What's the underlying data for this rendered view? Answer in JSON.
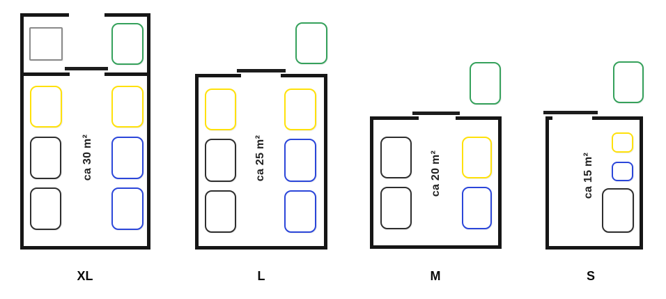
{
  "palette": {
    "yellow": "#ffe10a",
    "blue": "#2b46d9",
    "green": "#35a15b",
    "black_box": "#2e2e2e",
    "gray_box": "#8a8a8a",
    "wall": "#161616",
    "text": "#222222"
  },
  "units": [
    {
      "id": "xl",
      "label": "XL",
      "area_label": "ca 30 m²",
      "boxes": {
        "green": 1,
        "gray": 1,
        "yellow": 2,
        "black": 2,
        "blue": 2
      },
      "has_vestibule": true
    },
    {
      "id": "l",
      "label": "L",
      "area_label": "ca 25 m²",
      "boxes": {
        "green": 1,
        "yellow": 2,
        "black": 2,
        "blue": 2
      },
      "has_vestibule": false
    },
    {
      "id": "m",
      "label": "M",
      "area_label": "ca 20 m²",
      "boxes": {
        "green": 1,
        "yellow": 1,
        "black": 2,
        "blue": 1
      },
      "has_vestibule": false
    },
    {
      "id": "s",
      "label": "S",
      "area_label": "ca 15 m²",
      "boxes": {
        "green": 1,
        "yellow": 1,
        "black": 1,
        "blue": 1
      },
      "has_vestibule": false
    }
  ]
}
